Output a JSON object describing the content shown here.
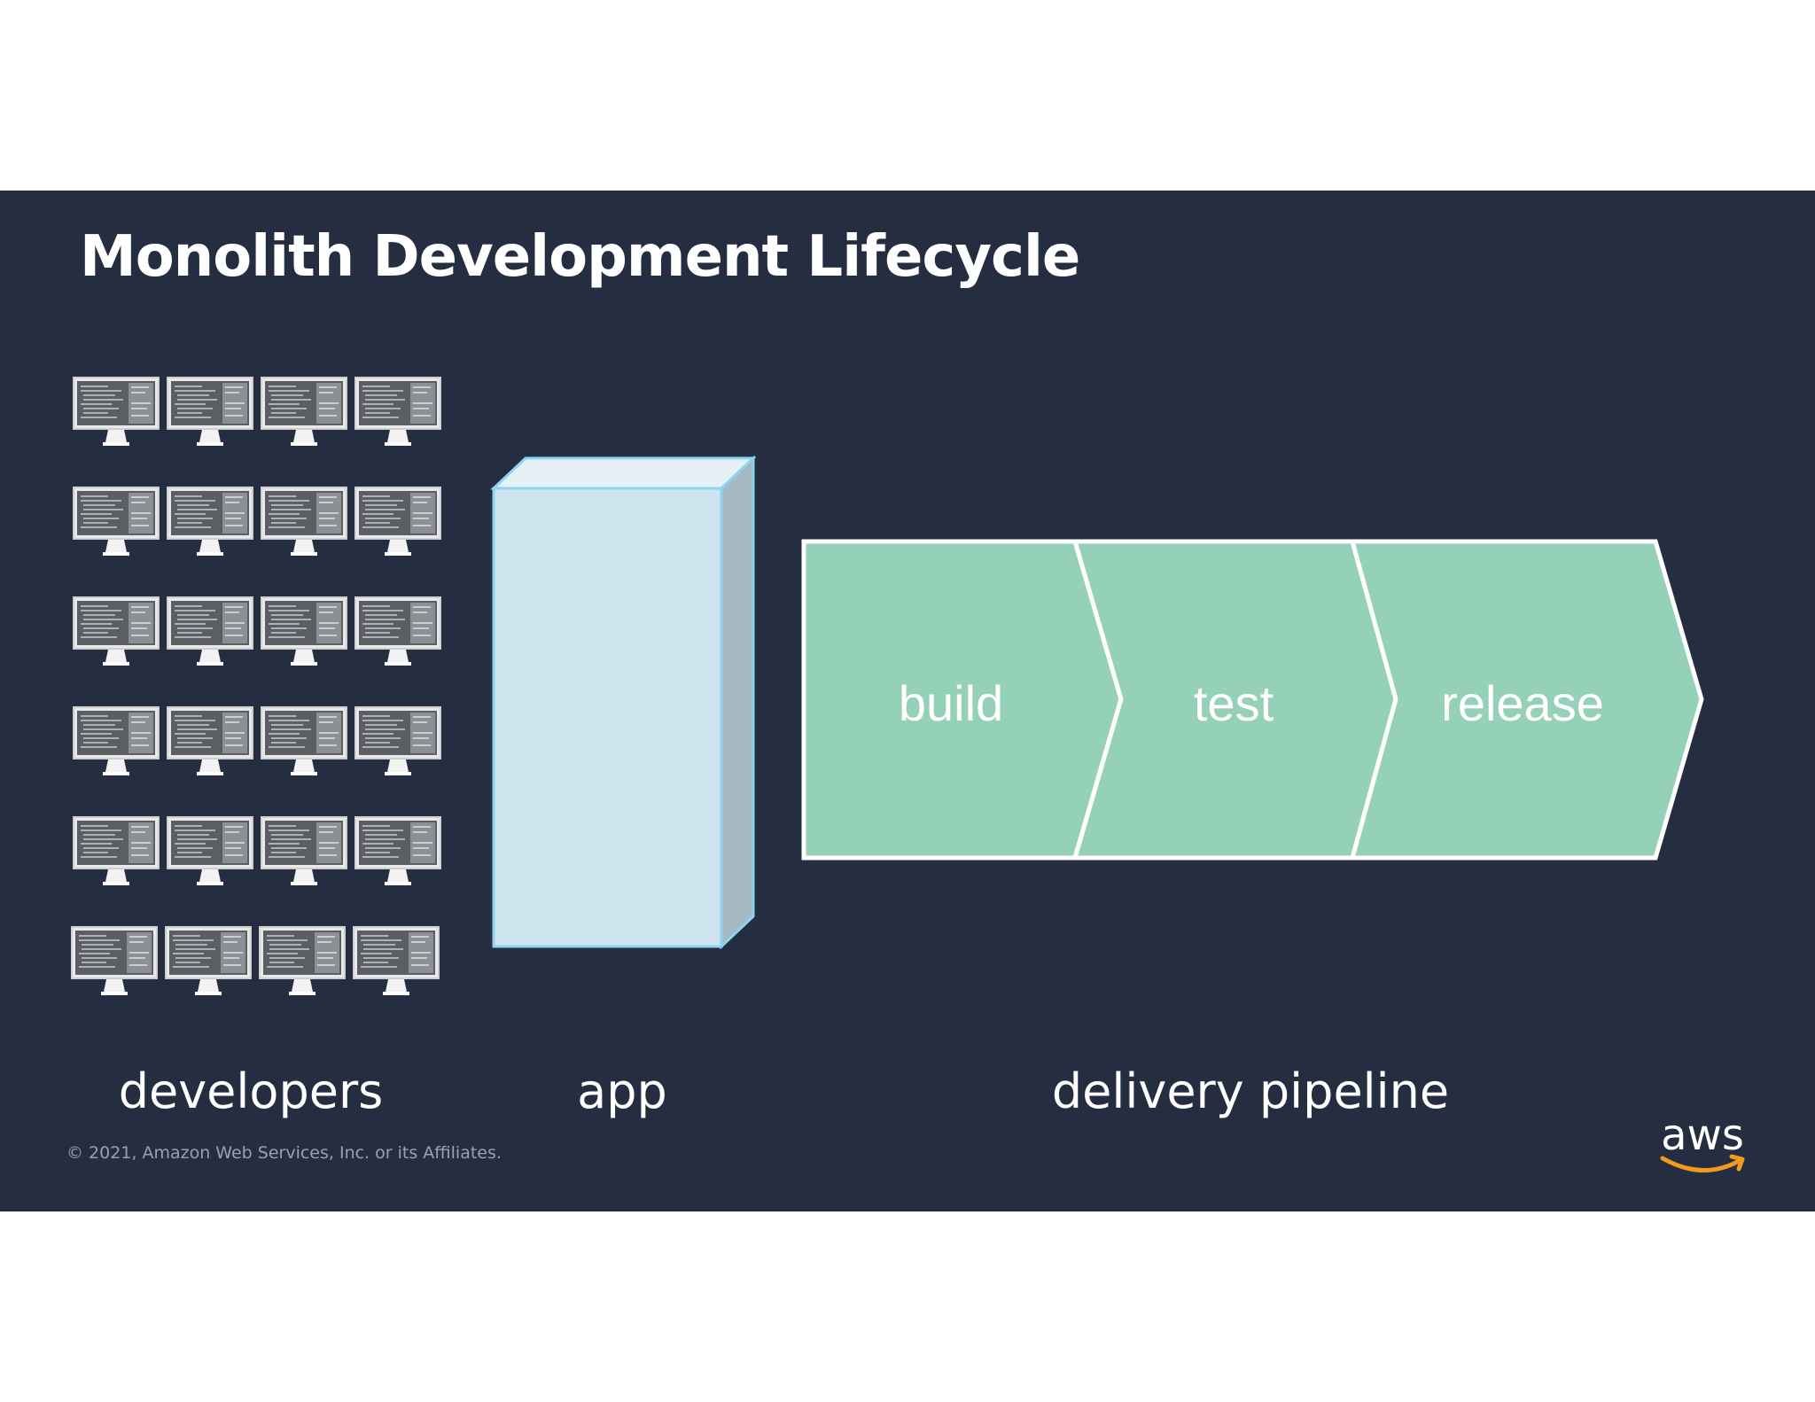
{
  "slide": {
    "title": "Monolith Development Lifecycle",
    "background_color": "#252e40"
  },
  "developers": {
    "label": "developers",
    "rows": 6,
    "columns": 4,
    "icon": "monitor-icon"
  },
  "app": {
    "label": "app",
    "fill_color": "#cde4ef",
    "side_color": "#a5b9c5"
  },
  "pipeline": {
    "label": "delivery pipeline",
    "fill_color": "#95d1b8",
    "stages": [
      {
        "label": "build"
      },
      {
        "label": "test"
      },
      {
        "label": "release"
      }
    ]
  },
  "footer": {
    "copyright": "© 2021, Amazon Web Services, Inc. or its Affiliates.",
    "logo_text": "aws",
    "logo_accent_color": "#f29a1f"
  }
}
